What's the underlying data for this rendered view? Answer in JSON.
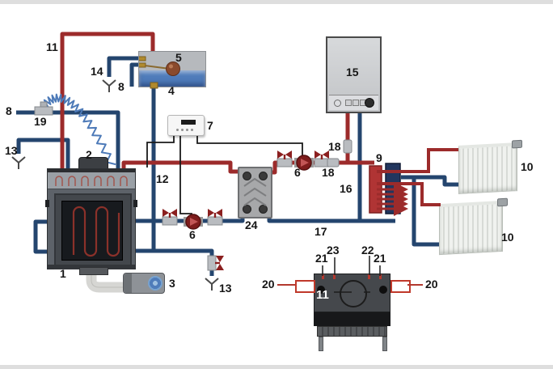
{
  "diagram_title": "fireplace-with-water-jacket heating system schematic",
  "colors": {
    "hot_pipe": "#9c2b2b",
    "cold_pipe": "#24456e",
    "safety_coil": "#4d7ab8",
    "wire": "#1a1a1a",
    "pump_body": "#7e1c1c",
    "valve_handle": "#8b1f1f",
    "manifold_supply": "#b03434",
    "manifold_return": "#22365e",
    "annotation_text": "#161616",
    "port_highlight": "#c0392b"
  },
  "labels": {
    "fireplace": "1",
    "chimney": "2",
    "fan": "3",
    "expansion_tank": "4",
    "float_valve": "5",
    "pump_fireplace": "6",
    "pump_boiler": "6",
    "controller": "7",
    "cold_water_inlet": "8",
    "tank_fill": "8",
    "manifold": "9",
    "radiator_upper": "10",
    "radiator_lower": "10",
    "safety_pipe": "11",
    "jacket_top_view": "11",
    "tank_drop_pipe": "12",
    "drain_funnel_left": "13",
    "drain_funnel_bottom": "13",
    "overflow_pipe": "14",
    "gas_boiler": "15",
    "boiler_return": "16",
    "return_line": "17",
    "shutoff_upper": "18",
    "shutoff_lower": "18",
    "fill_tee": "19",
    "outlet_left": "20",
    "outlet_right": "20",
    "stub_left": "21",
    "stub_right": "21",
    "sensor_socket_right": "22",
    "sensor_socket_left": "23",
    "heat_exchanger": "24"
  }
}
